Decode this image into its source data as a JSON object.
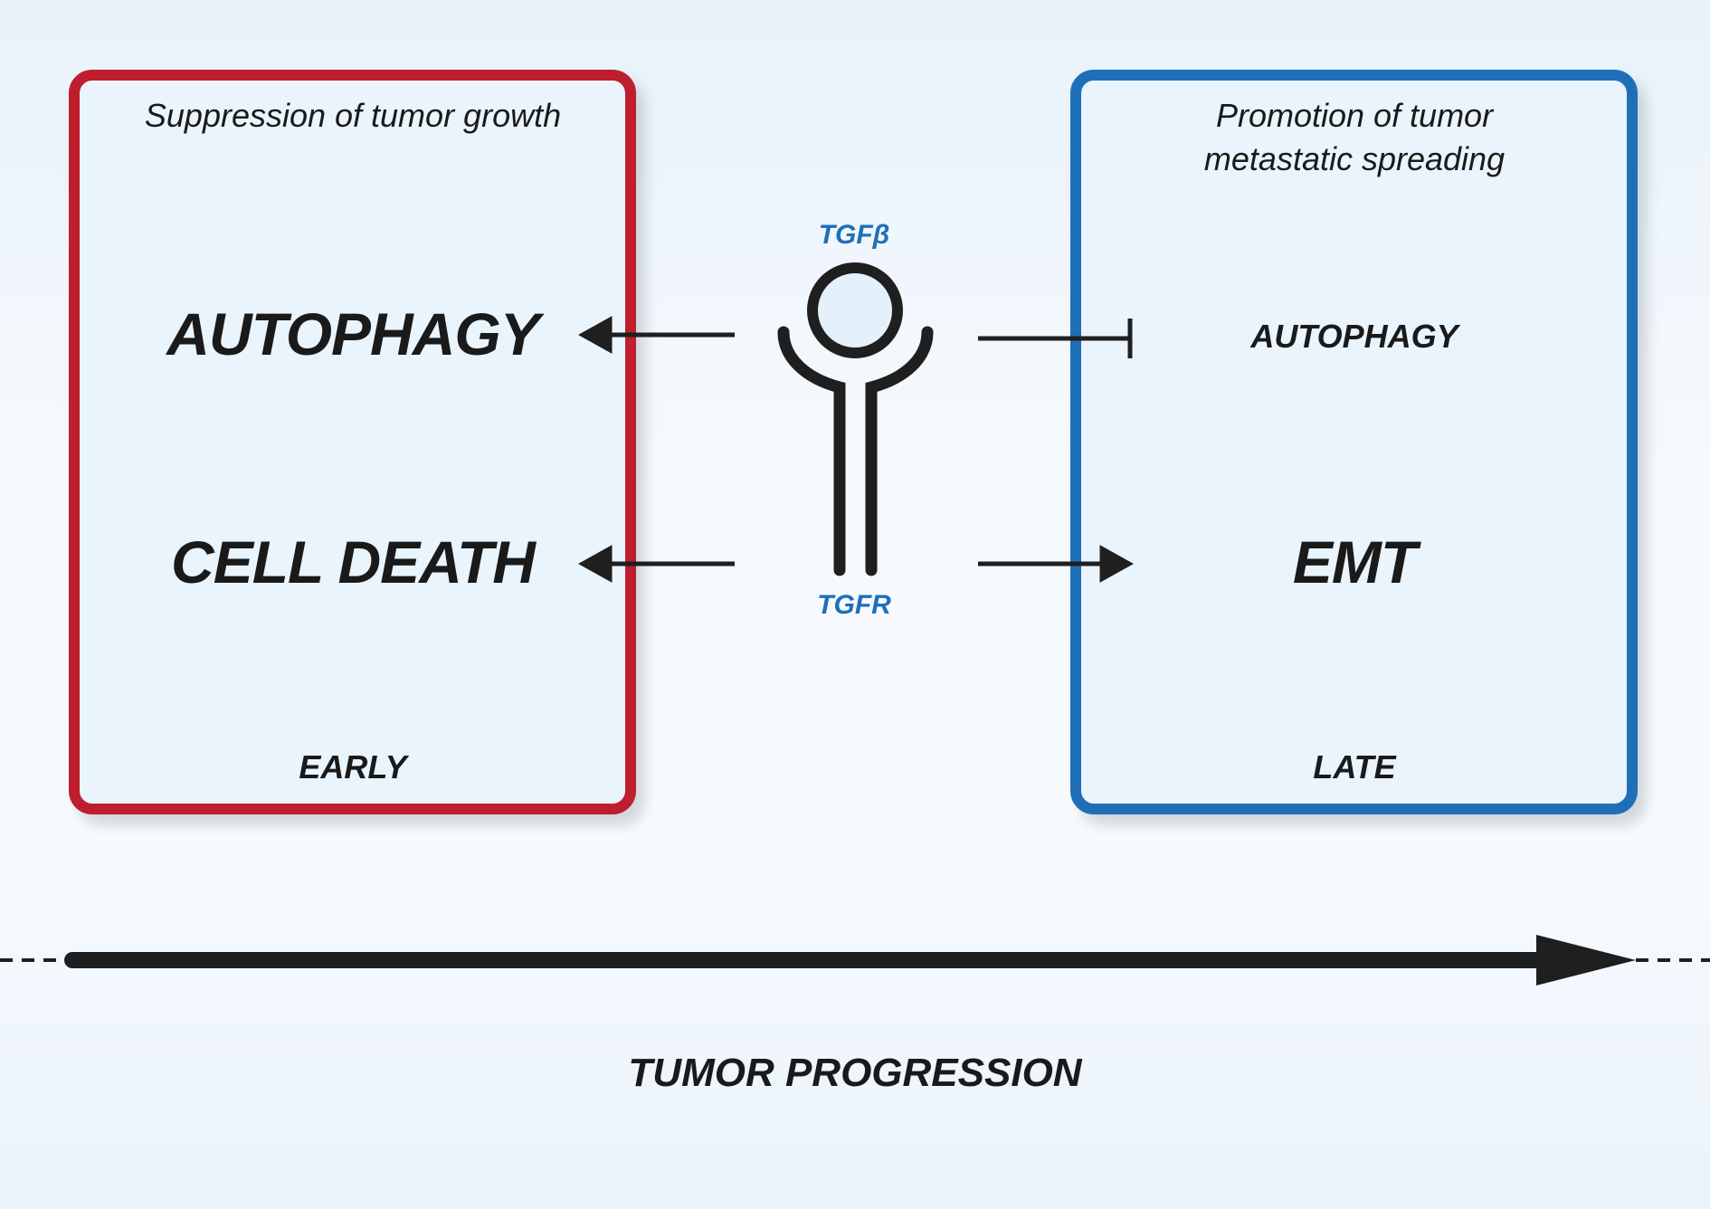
{
  "left_box": {
    "title": "Suppression of tumor growth",
    "item1": "AUTOPHAGY",
    "item2": "CELL DEATH",
    "stage": "EARLY",
    "border_color": "#be1e2d"
  },
  "right_box": {
    "title_line1": "Promotion of tumor",
    "title_line2": "metastatic spreading",
    "item1": "AUTOPHAGY",
    "item2": "EMT",
    "stage": "LATE",
    "border_color": "#1f6fb8"
  },
  "receptor": {
    "ligand_label": "TGFβ",
    "receptor_label": "TGFR",
    "label_color": "#1f6fb8"
  },
  "timeline": {
    "label": "TUMOR PROGRESSION"
  }
}
